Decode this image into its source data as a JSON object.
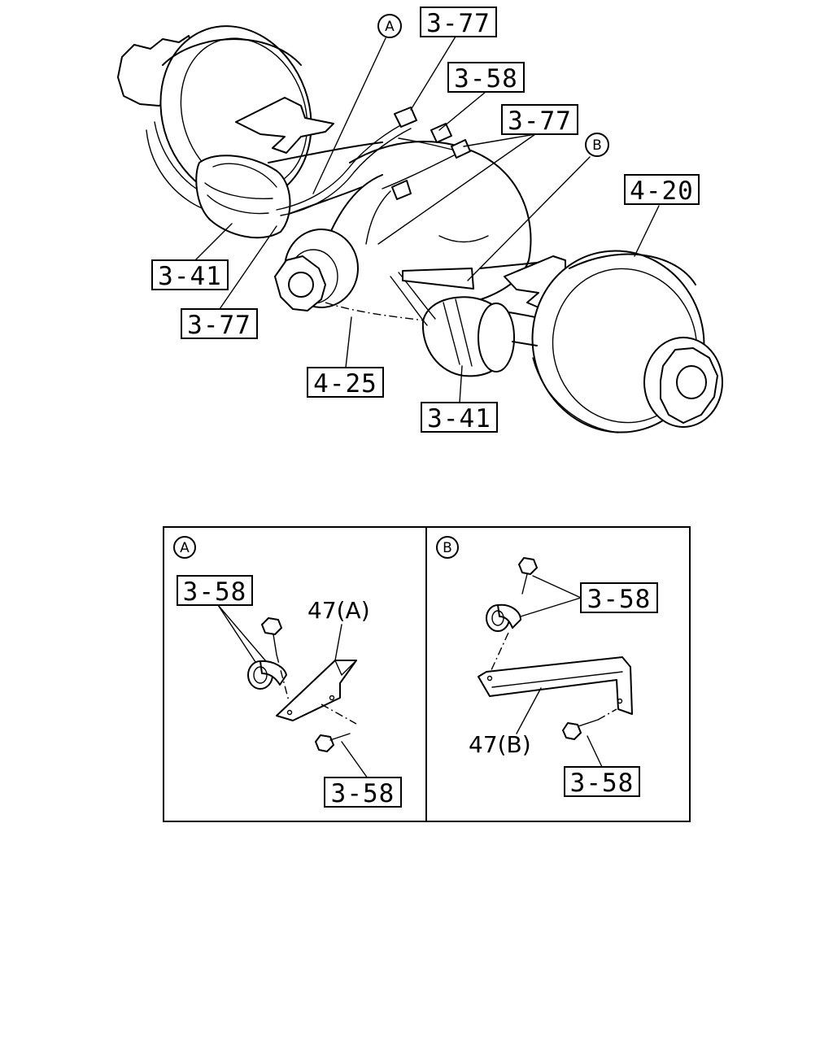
{
  "callouts": {
    "c_3_77_top": "3-77",
    "c_3_58_top": "3-58",
    "c_3_77_mid": "3-77",
    "c_4_20": "4-20",
    "c_3_41_left": "3-41",
    "c_3_77_left": "3-77",
    "c_4_25": "4-25",
    "c_3_41_bottom": "3-41"
  },
  "markers": {
    "a": "A",
    "b": "B"
  },
  "detail_a": {
    "marker": "A",
    "clip_label": "3-58",
    "bracket_label": "47(A)",
    "bolt_label": "3-58"
  },
  "detail_b": {
    "marker": "B",
    "clip_label": "3-58",
    "bracket_label": "47(B)",
    "bolt_label": "3-58"
  }
}
